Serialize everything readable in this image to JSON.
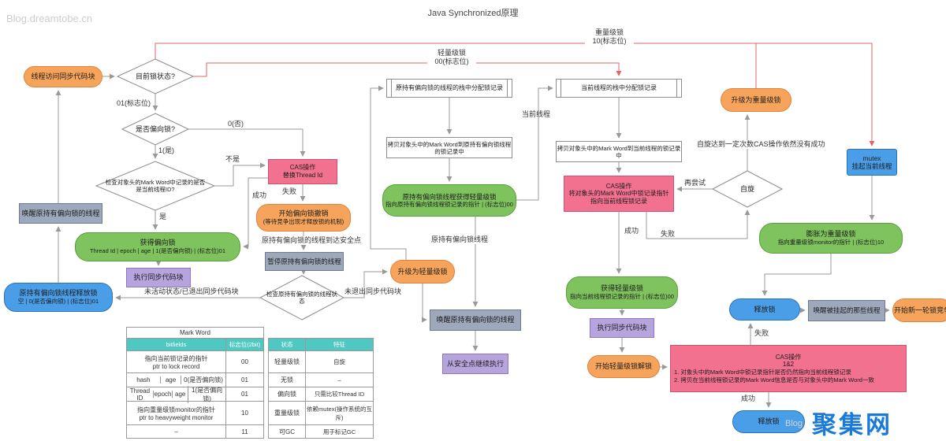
{
  "page": {
    "title": "Java Synchronized原理",
    "watermark_top": "Blog.dreamtobe.cn",
    "watermark_bottom": "聚集网",
    "watermark_bottom_sub": "Blog"
  },
  "colors": {
    "orange": "#f6a45c",
    "green": "#7fc35e",
    "blue": "#4a9ee8",
    "gray": "#9da8bb",
    "purple": "#b6a4dc",
    "pink": "#f2718e",
    "table_header": "#4ec8c0",
    "feedback_line": "#e06666",
    "line": "#999999",
    "watermark_blue": "#1a7ad9"
  },
  "nodes": {
    "start": "线程访问同步代码块",
    "lock_state": "目前锁状态?",
    "is_biased": "是否偏向锁?",
    "check_tid": "检查对象头的Mark Word中记录的是否是当前线程ID?",
    "get_biased_title": "获得偏向锁",
    "get_biased_sub": "Thread Id | epoch | age | 1(是否偏向锁) | (标志位)01",
    "exec_sync_1": "执行同步代码块",
    "wake_biased_left": "唤醒原持有偏向锁的线程",
    "release_biased_title": "原持有偏向锁线程释放锁",
    "release_biased_sub": "空 | 0(是否偏向锁) | (标志位)01",
    "cas_replace": "CAS操作\n替换Thread Id",
    "start_revoke_title": "开始偏向锁撤销",
    "start_revoke_sub": "(等待竞争出现才释放锁的机制)",
    "pause_biased": "暂停原持有偏向锁的线程",
    "thread_state": "检查原持有偏向锁的线程状态",
    "alloc_biased": "原持有偏向锁的线程的栈中分配锁记录",
    "copy_biased": "拷贝对象头中的Mark Word到原持有偏向锁线程的锁记录中",
    "biased_gets_lw_title": "原持有偏向锁线程获得轻量级锁",
    "biased_gets_lw_sub": "指向原持有偏向锁线程锁记录的指针 | (标志位)00",
    "upgrade_lw": "升级为轻量级锁",
    "wake_biased_mid": "唤醒原持有偏向锁的线程",
    "continue_safepoint": "从安全点继续执行",
    "alloc_current": "当前线程的栈中分配锁记录",
    "copy_current": "拷贝对象头中的Mark Word到当前线程的锁记录中",
    "cas_point": "CAS操作\n将对象头的Mark Word中锁记录指针\n指向当前线程锁记录",
    "get_lw_title": "获得轻量级锁",
    "get_lw_sub": "指向当前线程锁记录的指针 | (标志位)00",
    "exec_sync_2": "执行同步代码块",
    "start_unlock": "开始轻量级锁解锁",
    "spin": "自旋",
    "upgrade_heavy": "升级为重量级锁",
    "mutex": "mutex\n挂起当前线程",
    "inflate_heavy_title": "膨胀为重量级锁",
    "inflate_heavy_sub": "指向重量级锁monitor的指针 | (标志位)10",
    "cas_unlock_title": "CAS操作",
    "cas_unlock_sub": "1&2",
    "cas_unlock_line1": "1. 对象头中的Mark Word中锁记录指针是否仍然指向当前线程锁记录",
    "cas_unlock_line2": "2. 拷贝在当前线程锁记录的Mark Word信息是否与对象头中的Mark Word一致",
    "release_mid": "释放锁",
    "wake_suspended": "唤醒被挂起的那些线程",
    "new_round": "开始新一轮锁竞争",
    "release_bottom": "释放锁"
  },
  "labels": {
    "flag01": "01(标志位)",
    "heavy": "重量级锁\n10(标志位)",
    "light": "轻量级锁\n00(标志位)",
    "no": "0(否)",
    "yes1": "1(是)",
    "yes2": "是",
    "not_same": "不是",
    "success1": "成功",
    "fail1": "失败",
    "safepoint": "原持有偏向锁的线程到达安全点",
    "inactive": "未活动状态/已退出同步代码块",
    "not_exited": "未退出同步代码块",
    "biased_thread": "原持有偏向锁线程",
    "current_thread": "当前线程",
    "success2": "成功",
    "fail2": "失败",
    "retry": "再尝试",
    "spin_fail": "自旋达到一定次数CAS操作依然没有成功",
    "success3": "成功",
    "fail3": "失败"
  },
  "markword_table": {
    "title": "Mark Word",
    "headers": {
      "bitfields": "bitfields",
      "flag": "标志位(2bit)",
      "state": "状态",
      "feature": "特征"
    },
    "rows": [
      {
        "bitfields": [
          "指向当前锁记录的指针\nptr to lock record"
        ],
        "flag": "00",
        "state": "轻量级锁",
        "feature": "自旋"
      },
      {
        "bitfields": [
          "hash",
          "age",
          "0(是否偏向锁)"
        ],
        "flag": "01",
        "state": "无锁",
        "feature": "–"
      },
      {
        "bitfields": [
          "Thread ID",
          "epoch",
          "age",
          "1(是否偏向锁)"
        ],
        "flag": "01",
        "state": "偏向锁",
        "feature": "只需比较Thread ID"
      },
      {
        "bitfields": [
          "指向重量级锁monitor的指针\nptr to heavyweight monitor"
        ],
        "flag": "10",
        "state": "重量级锁",
        "feature": "依赖mutex(操作系统的互斥)"
      },
      {
        "bitfields": [
          "–"
        ],
        "flag": "11",
        "state": "可GC",
        "feature": "用于标记GC"
      }
    ]
  }
}
